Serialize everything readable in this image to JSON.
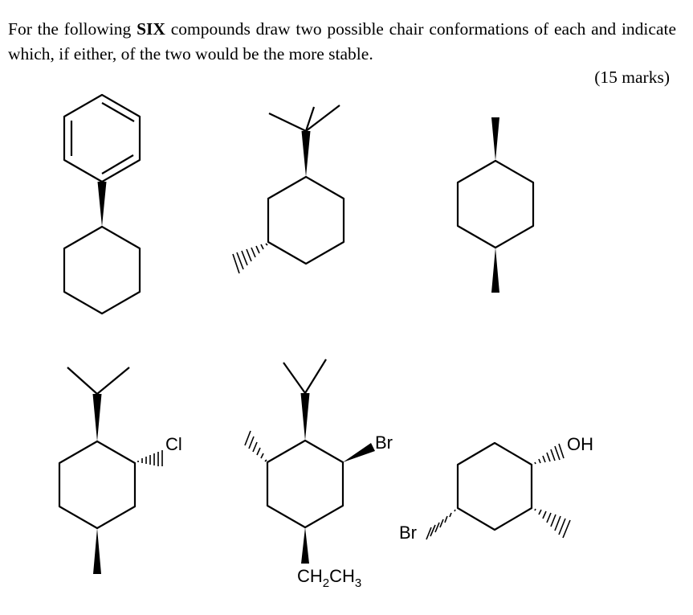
{
  "question": {
    "text_before": "For the following ",
    "emphasis": "SIX",
    "text_after": " compounds draw two possible chair conformations of each and indicate which, if either, of the two would be the more stable.",
    "marks": "(15 marks)"
  },
  "structures": [
    {
      "id": 1,
      "substituents": []
    },
    {
      "id": 2,
      "substituents": []
    },
    {
      "id": 3,
      "substituents": []
    },
    {
      "id": 4,
      "substituents": [
        "Cl"
      ]
    },
    {
      "id": 5,
      "substituents": [
        "Br",
        "CH2CH3"
      ]
    },
    {
      "id": 6,
      "substituents": [
        "OH",
        "Br"
      ]
    }
  ],
  "labels": {
    "cl": "Cl",
    "br_top": "Br",
    "br_left": "Br",
    "oh": "OH",
    "ethyl_ch": "CH",
    "ethyl_sub1": "2",
    "ethyl_ch2": "CH",
    "ethyl_sub2": "3"
  }
}
